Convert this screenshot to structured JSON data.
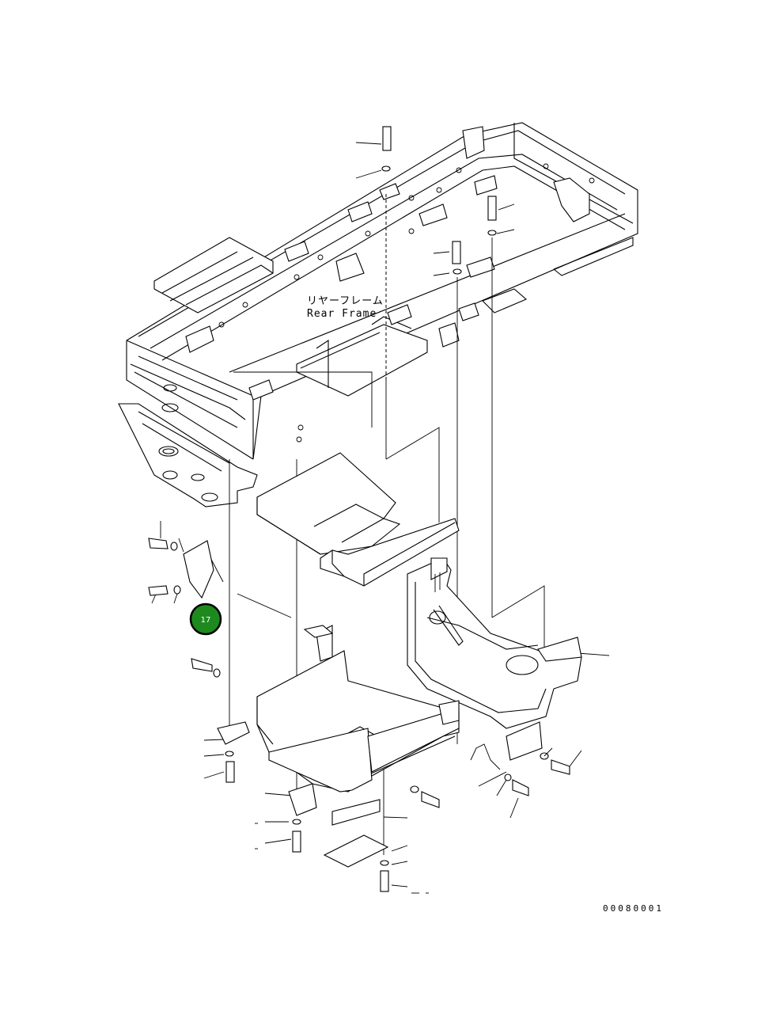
{
  "labels": {
    "rear_frame_jp": "リヤーフレーム",
    "rear_frame_en": "Rear Frame",
    "drawing_code": "00080001"
  },
  "callouts": [
    {
      "number": "17",
      "color": "#1e8a1e",
      "border": "#000000"
    }
  ],
  "colors": {
    "line": "#000000",
    "background": "#ffffff"
  }
}
